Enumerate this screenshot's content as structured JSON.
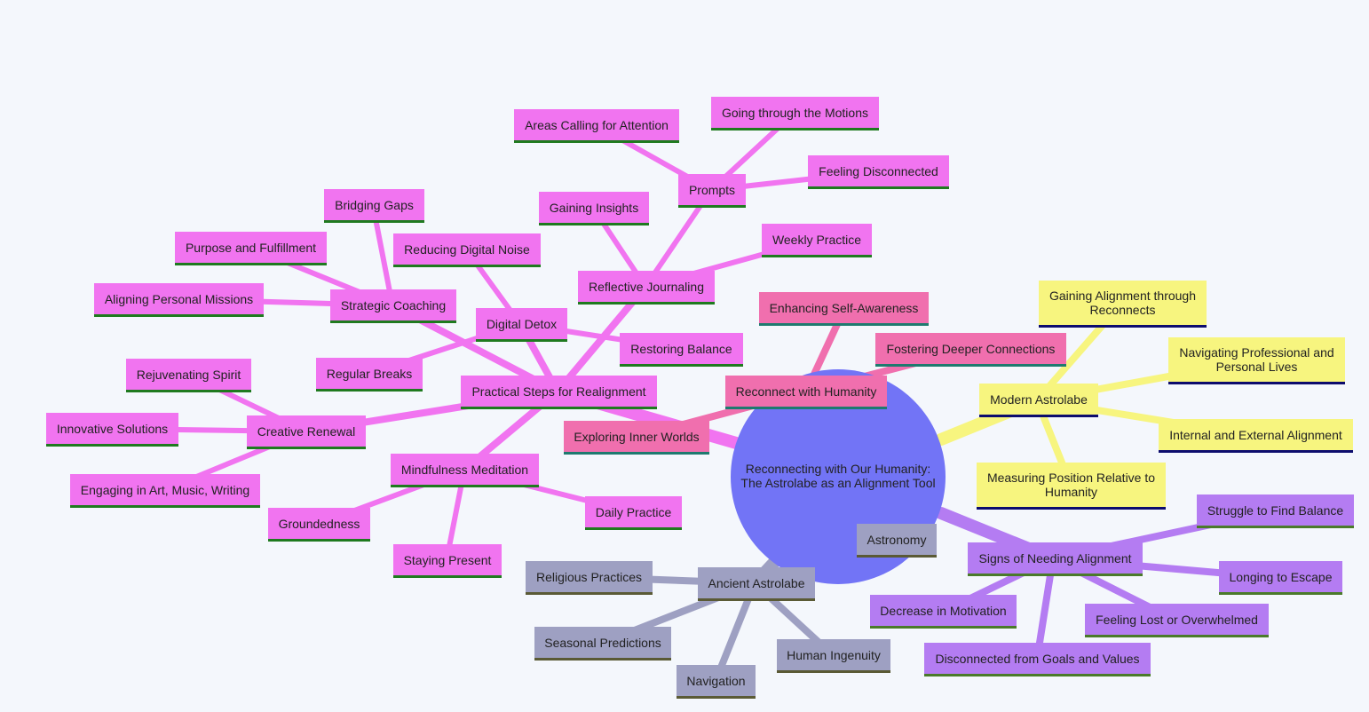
{
  "root": {
    "line1": "Reconnecting with Our Humanity:",
    "line2": "The Astrolabe as an Alignment Tool"
  },
  "nodes": {
    "practical": "Practical Steps for Realignment",
    "strategic": "Strategic Coaching",
    "bridging": "Bridging Gaps",
    "purpose": "Purpose and Fulfillment",
    "aligning_missions": "Aligning Personal Missions",
    "creative": "Creative Renewal",
    "rejuvenating": "Rejuvenating Spirit",
    "innovative": "Innovative Solutions",
    "engaging_art": "Engaging in Art, Music, Writing",
    "digital_detox": "Digital Detox",
    "reducing_noise": "Reducing Digital Noise",
    "regular_breaks": "Regular Breaks",
    "restoring_balance": "Restoring Balance",
    "reflective": "Reflective Journaling",
    "gaining_insights": "Gaining Insights",
    "weekly_practice": "Weekly Practice",
    "prompts": "Prompts",
    "areas_calling": "Areas Calling for Attention",
    "going_motions": "Going through the Motions",
    "feeling_disconnected": "Feeling Disconnected",
    "mindfulness": "Mindfulness Meditation",
    "groundedness": "Groundedness",
    "staying_present": "Staying Present",
    "daily_practice": "Daily Practice",
    "reconnect": "Reconnect with Humanity",
    "self_awareness": "Enhancing Self-Awareness",
    "deeper_connections": "Fostering Deeper Connections",
    "inner_worlds": "Exploring Inner Worlds",
    "modern": "Modern Astrolabe",
    "gaining_alignment": "Gaining Alignment through Reconnects",
    "navigating_lives": "Navigating Professional and Personal Lives",
    "internal_external": "Internal and External Alignment",
    "measuring_position": "Measuring Position Relative to Humanity",
    "signs": "Signs of Needing Alignment",
    "struggle_balance": "Struggle to Find Balance",
    "longing_escape": "Longing to Escape",
    "feeling_lost": "Feeling Lost or Overwhelmed",
    "disconnected_goals": "Disconnected from Goals and Values",
    "decrease_motivation": "Decrease in Motivation",
    "ancient": "Ancient Astrolabe",
    "astronomy": "Astronomy",
    "religious": "Religious Practices",
    "seasonal": "Seasonal Predictions",
    "navigation": "Navigation",
    "human_ingenuity": "Human Ingenuity"
  },
  "colors": {
    "practical_branch": "#f174f0",
    "reconnect_branch": "#f06fae",
    "modern_branch": "#f7f57f",
    "signs_branch": "#b47cf2",
    "ancient_branch": "#9ea0c2",
    "root": "#7274f6",
    "background": "#f4f7fc"
  }
}
